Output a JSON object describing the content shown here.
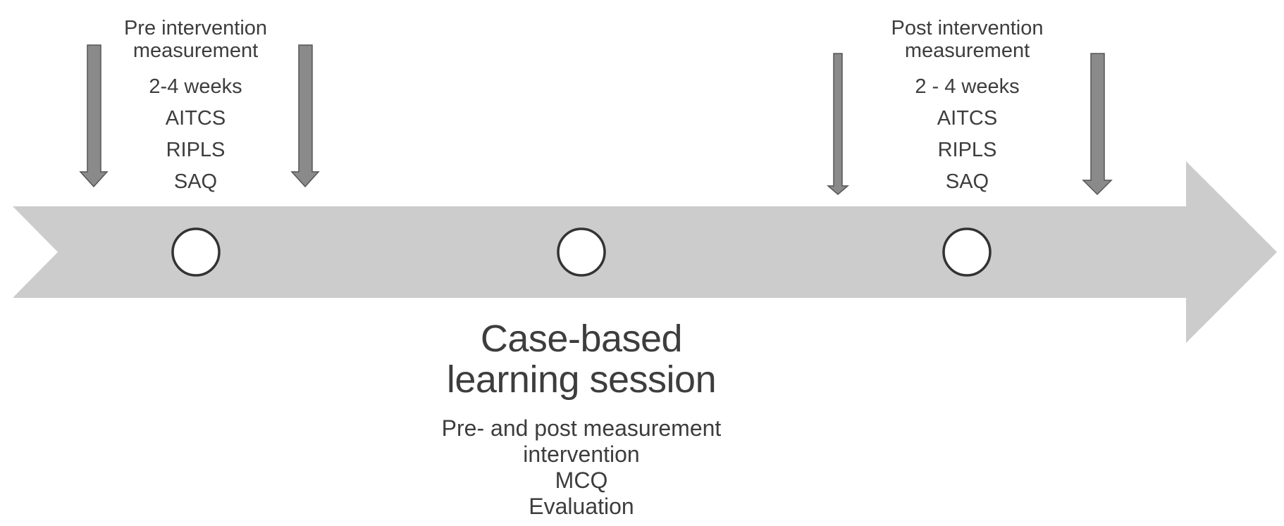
{
  "colors": {
    "timeline_band": "#cccccc",
    "arrow_fill": "#8a8a8a",
    "arrow_stroke": "#555555",
    "milestone_fill": "#ffffff",
    "milestone_stroke": "#333333",
    "text": "#3d3d3d"
  },
  "pre_measurement": {
    "title_line1": "Pre intervention",
    "title_line2": "measurement",
    "duration": "2-4 weeks",
    "instruments": [
      "AITCS",
      "RIPLS",
      "SAQ"
    ]
  },
  "post_measurement": {
    "title_line1": "Post intervention",
    "title_line2": "measurement",
    "duration": "2 - 4  weeks",
    "instruments": [
      "AITCS",
      "RIPLS",
      "SAQ"
    ]
  },
  "session": {
    "title_line1": "Case-based",
    "title_line2": "learning session",
    "details": [
      "Pre- and post measurement",
      "intervention",
      "MCQ",
      "Evaluation"
    ]
  }
}
